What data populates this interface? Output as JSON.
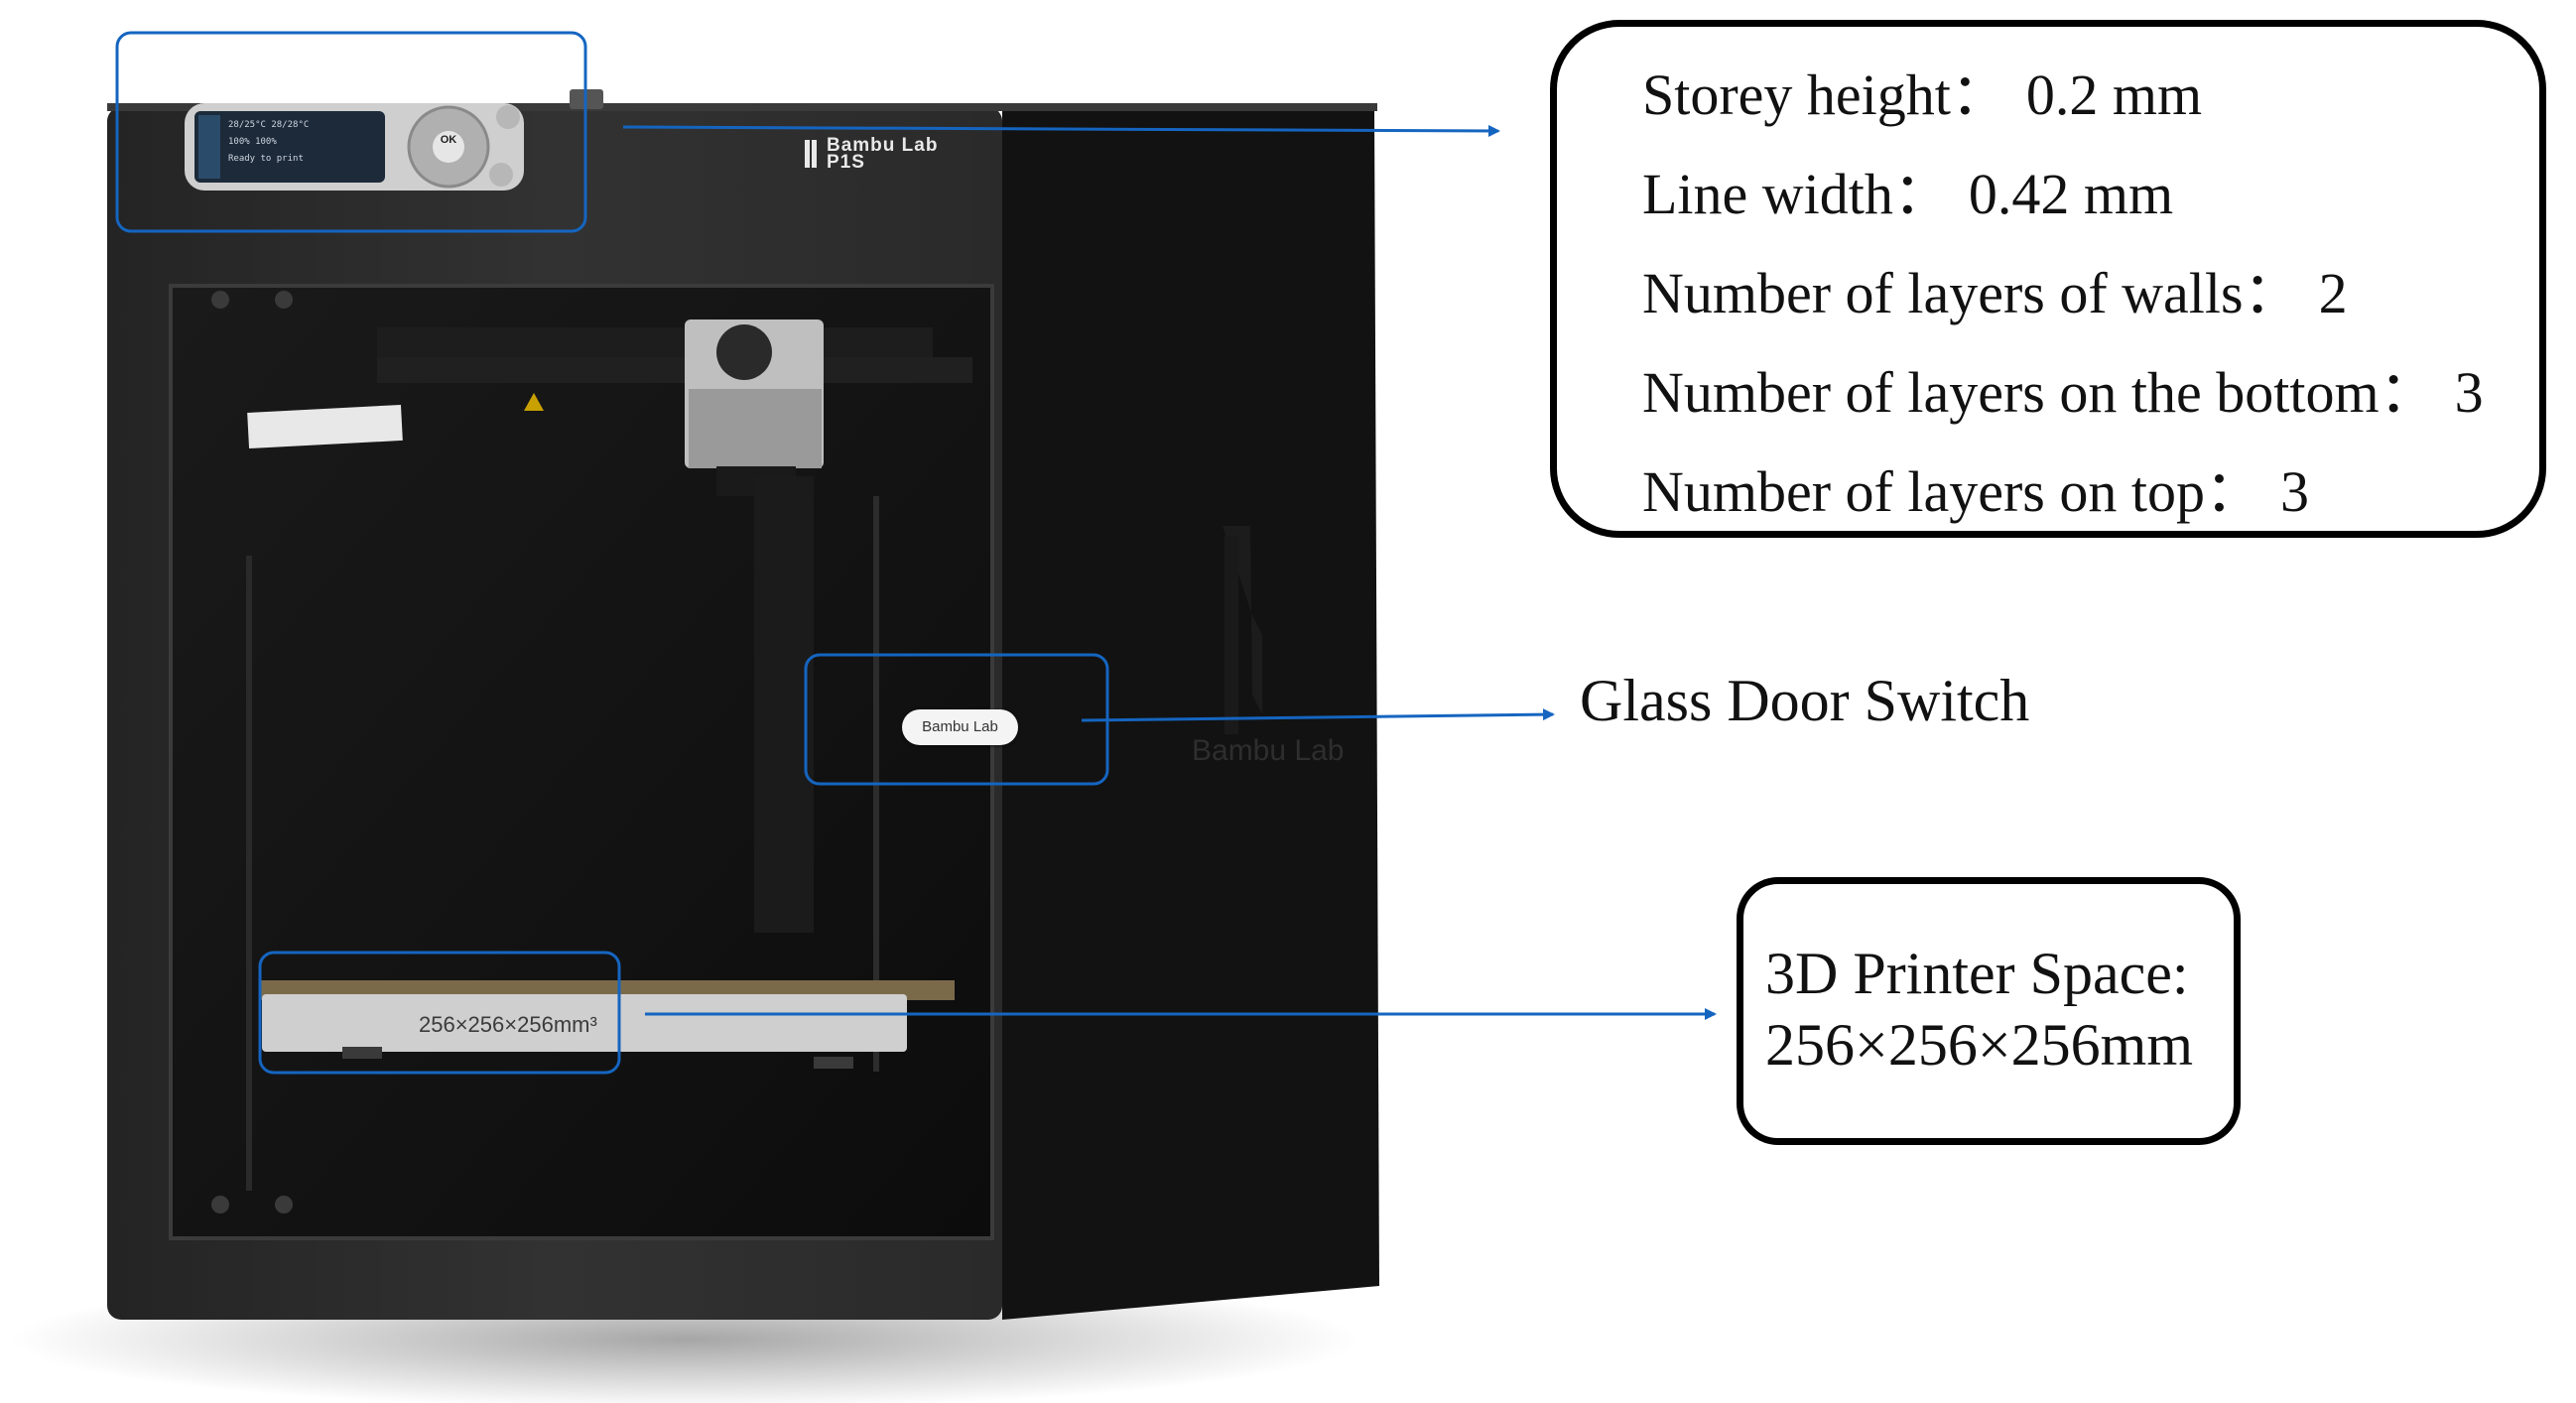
{
  "specs": {
    "items": [
      {
        "label": "Storey height",
        "sep": "：",
        "value": "0.2 mm"
      },
      {
        "label": "Line width",
        "sep": "：",
        "value": "0.42 mm"
      },
      {
        "label": "Number of layers of walls",
        "sep": "：",
        "value": "2"
      },
      {
        "label": "Number of layers on the bottom",
        "sep": "：",
        "value": "3"
      },
      {
        "label": "Number of layers on top",
        "sep": "：",
        "value": "3"
      }
    ]
  },
  "door_switch": {
    "label": "Glass Door Switch"
  },
  "printer_space": {
    "line1": "3D Printer Space:",
    "line2": "256×256×256mm"
  },
  "printer": {
    "brand_line1": "Bambu Lab",
    "brand_line2": "P1S",
    "door_badge": "Bambu Lab",
    "side_logo": "Bambu Lab",
    "plate_dims": "256×256×256mm³",
    "screen_text": [
      "28/25°C   28/28°C",
      "100%      100%",
      "Ready to print"
    ],
    "ok_button": "OK"
  },
  "colors": {
    "callout": "#1565c0",
    "box_border": "#000000",
    "printer_body": "#2a2a2a",
    "printer_side": "#121212",
    "glass": "#141414",
    "screen": "#1c2a3a"
  },
  "icons": [
    "fan-icon",
    "warning-icon",
    "ok-dial-icon",
    "arrow-icon"
  ]
}
